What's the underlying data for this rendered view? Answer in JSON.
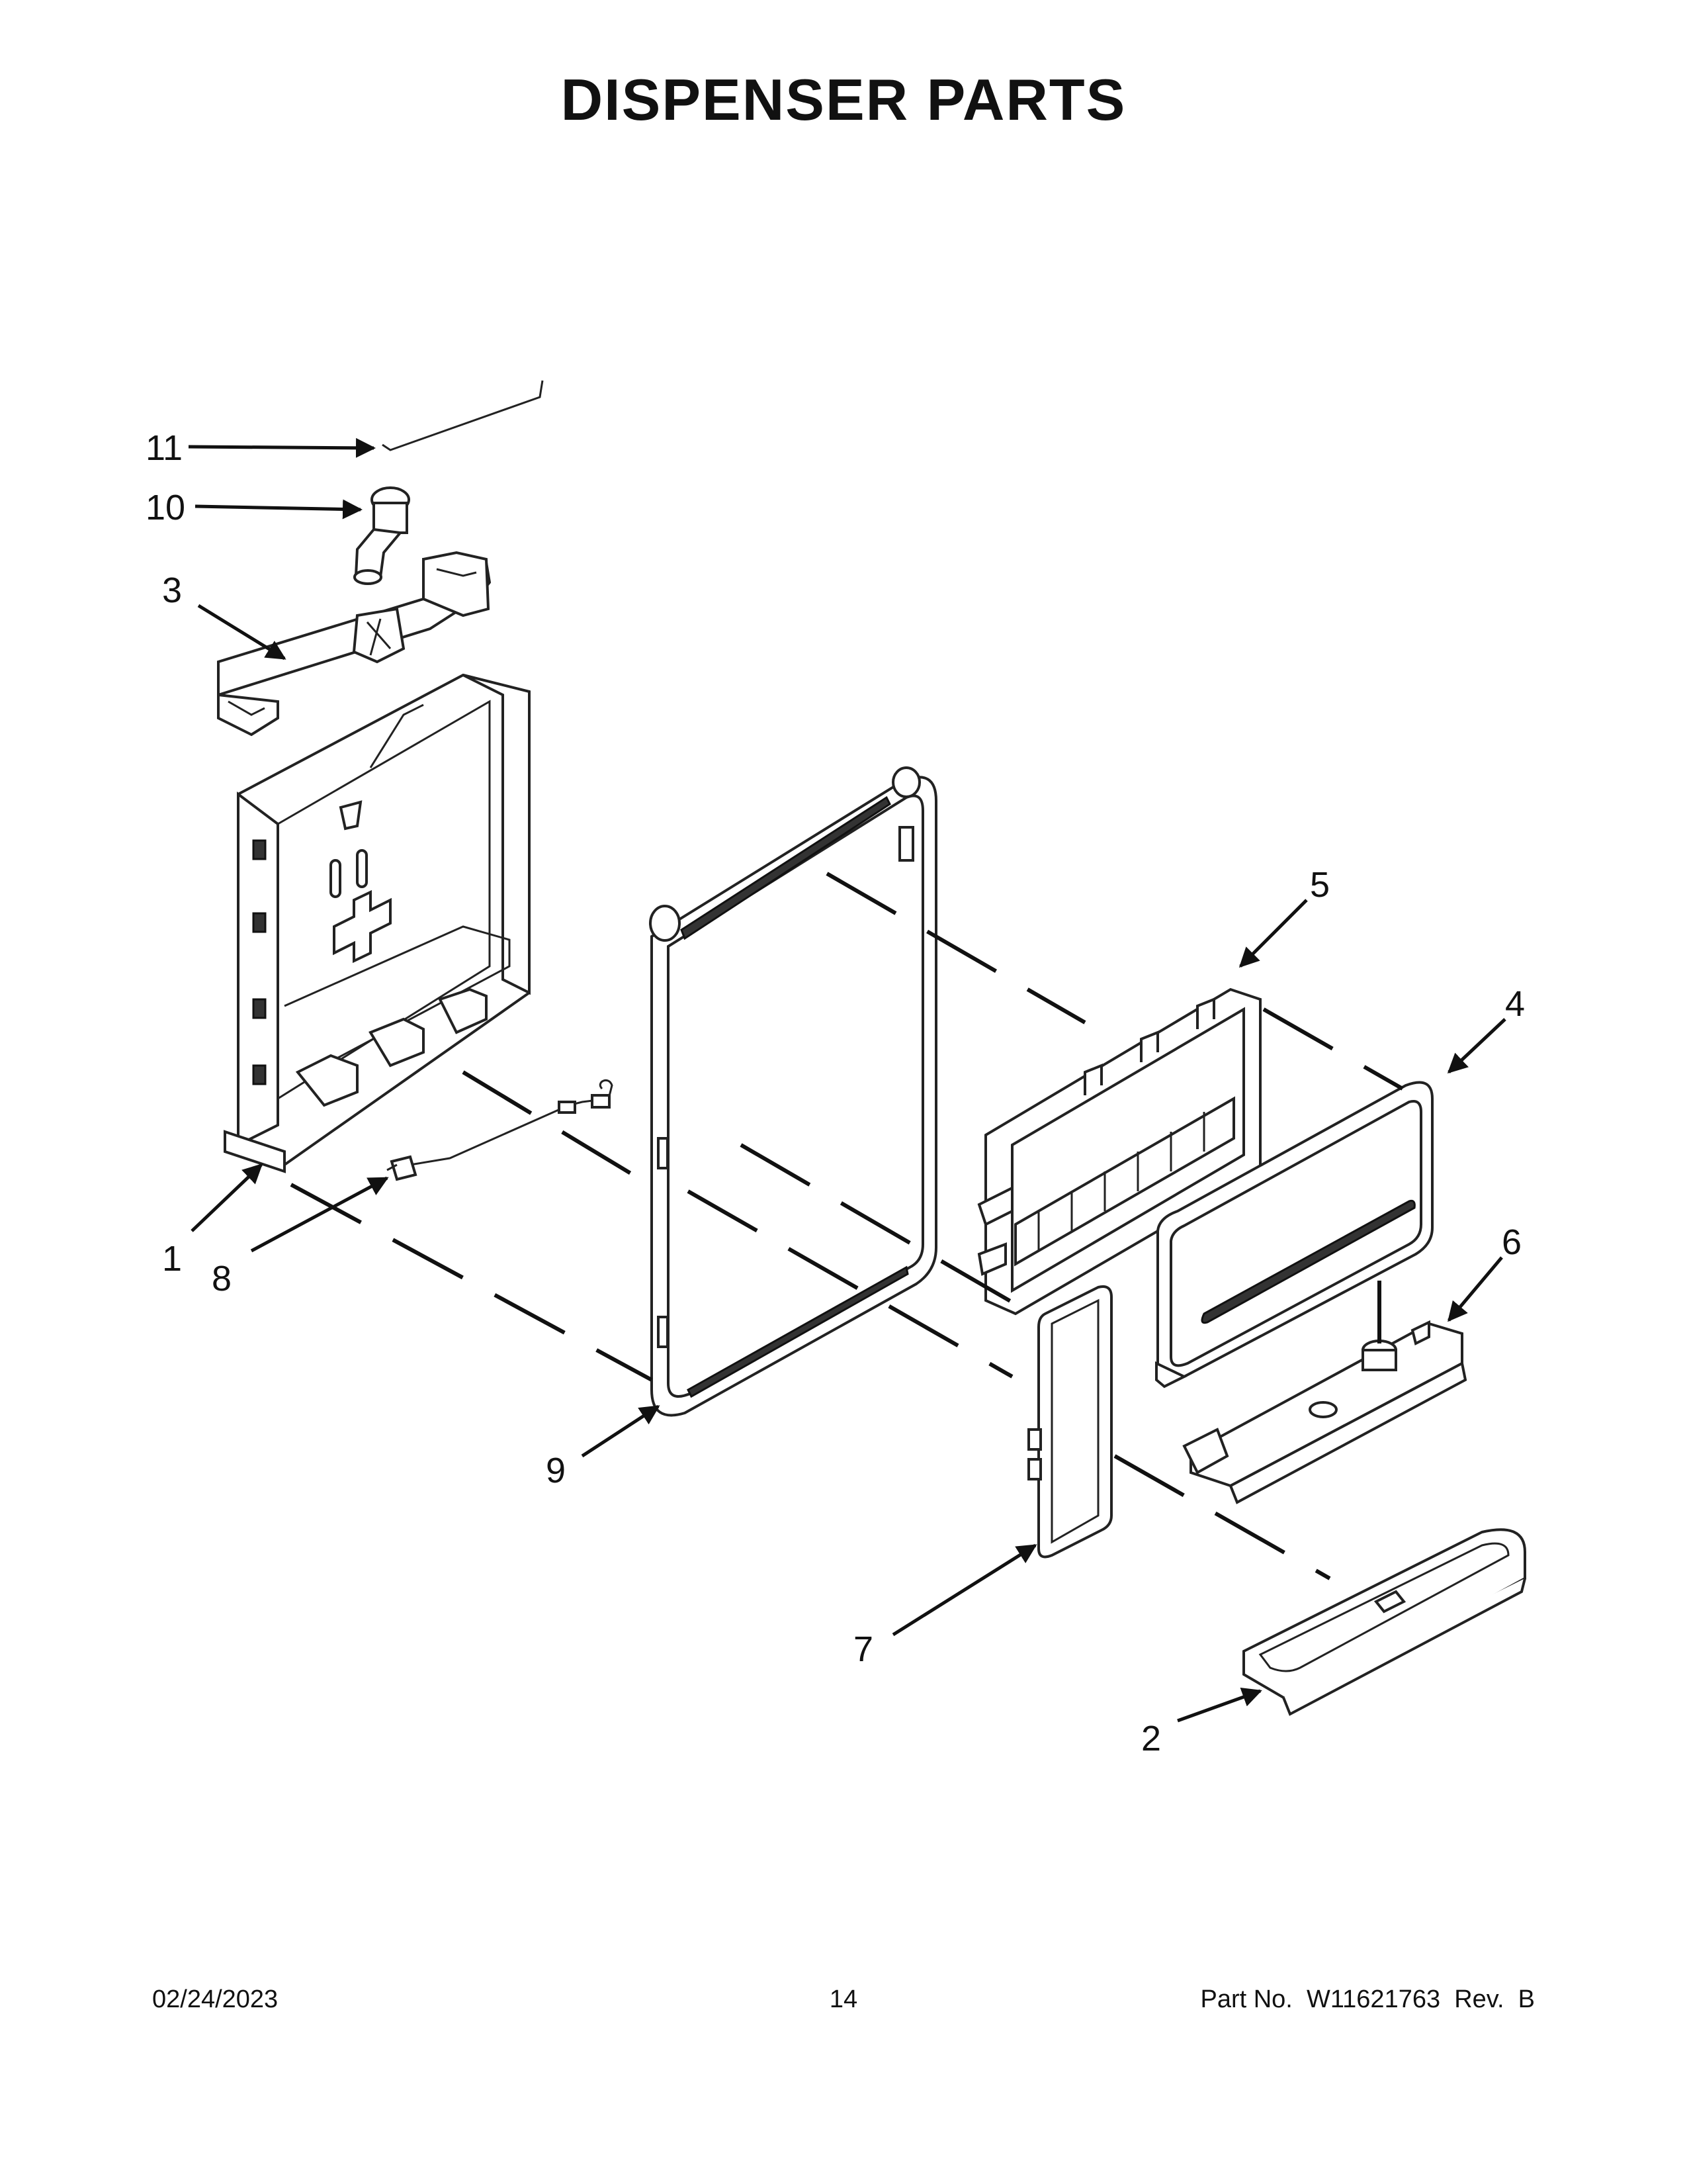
{
  "title": "DISPENSER PARTS",
  "callouts": [
    {
      "id": "callout-1",
      "number": "1"
    },
    {
      "id": "callout-2",
      "number": "2"
    },
    {
      "id": "callout-3",
      "number": "3"
    },
    {
      "id": "callout-4",
      "number": "4"
    },
    {
      "id": "callout-5",
      "number": "5"
    },
    {
      "id": "callout-6",
      "number": "6"
    },
    {
      "id": "callout-7",
      "number": "7"
    },
    {
      "id": "callout-8",
      "number": "8"
    },
    {
      "id": "callout-9",
      "number": "9"
    },
    {
      "id": "callout-10",
      "number": "10"
    },
    {
      "id": "callout-11",
      "number": "11"
    }
  ],
  "footer": {
    "date": "02/24/2023",
    "page": "14",
    "part_number": "Part No.  W11621763  Rev.  B"
  }
}
